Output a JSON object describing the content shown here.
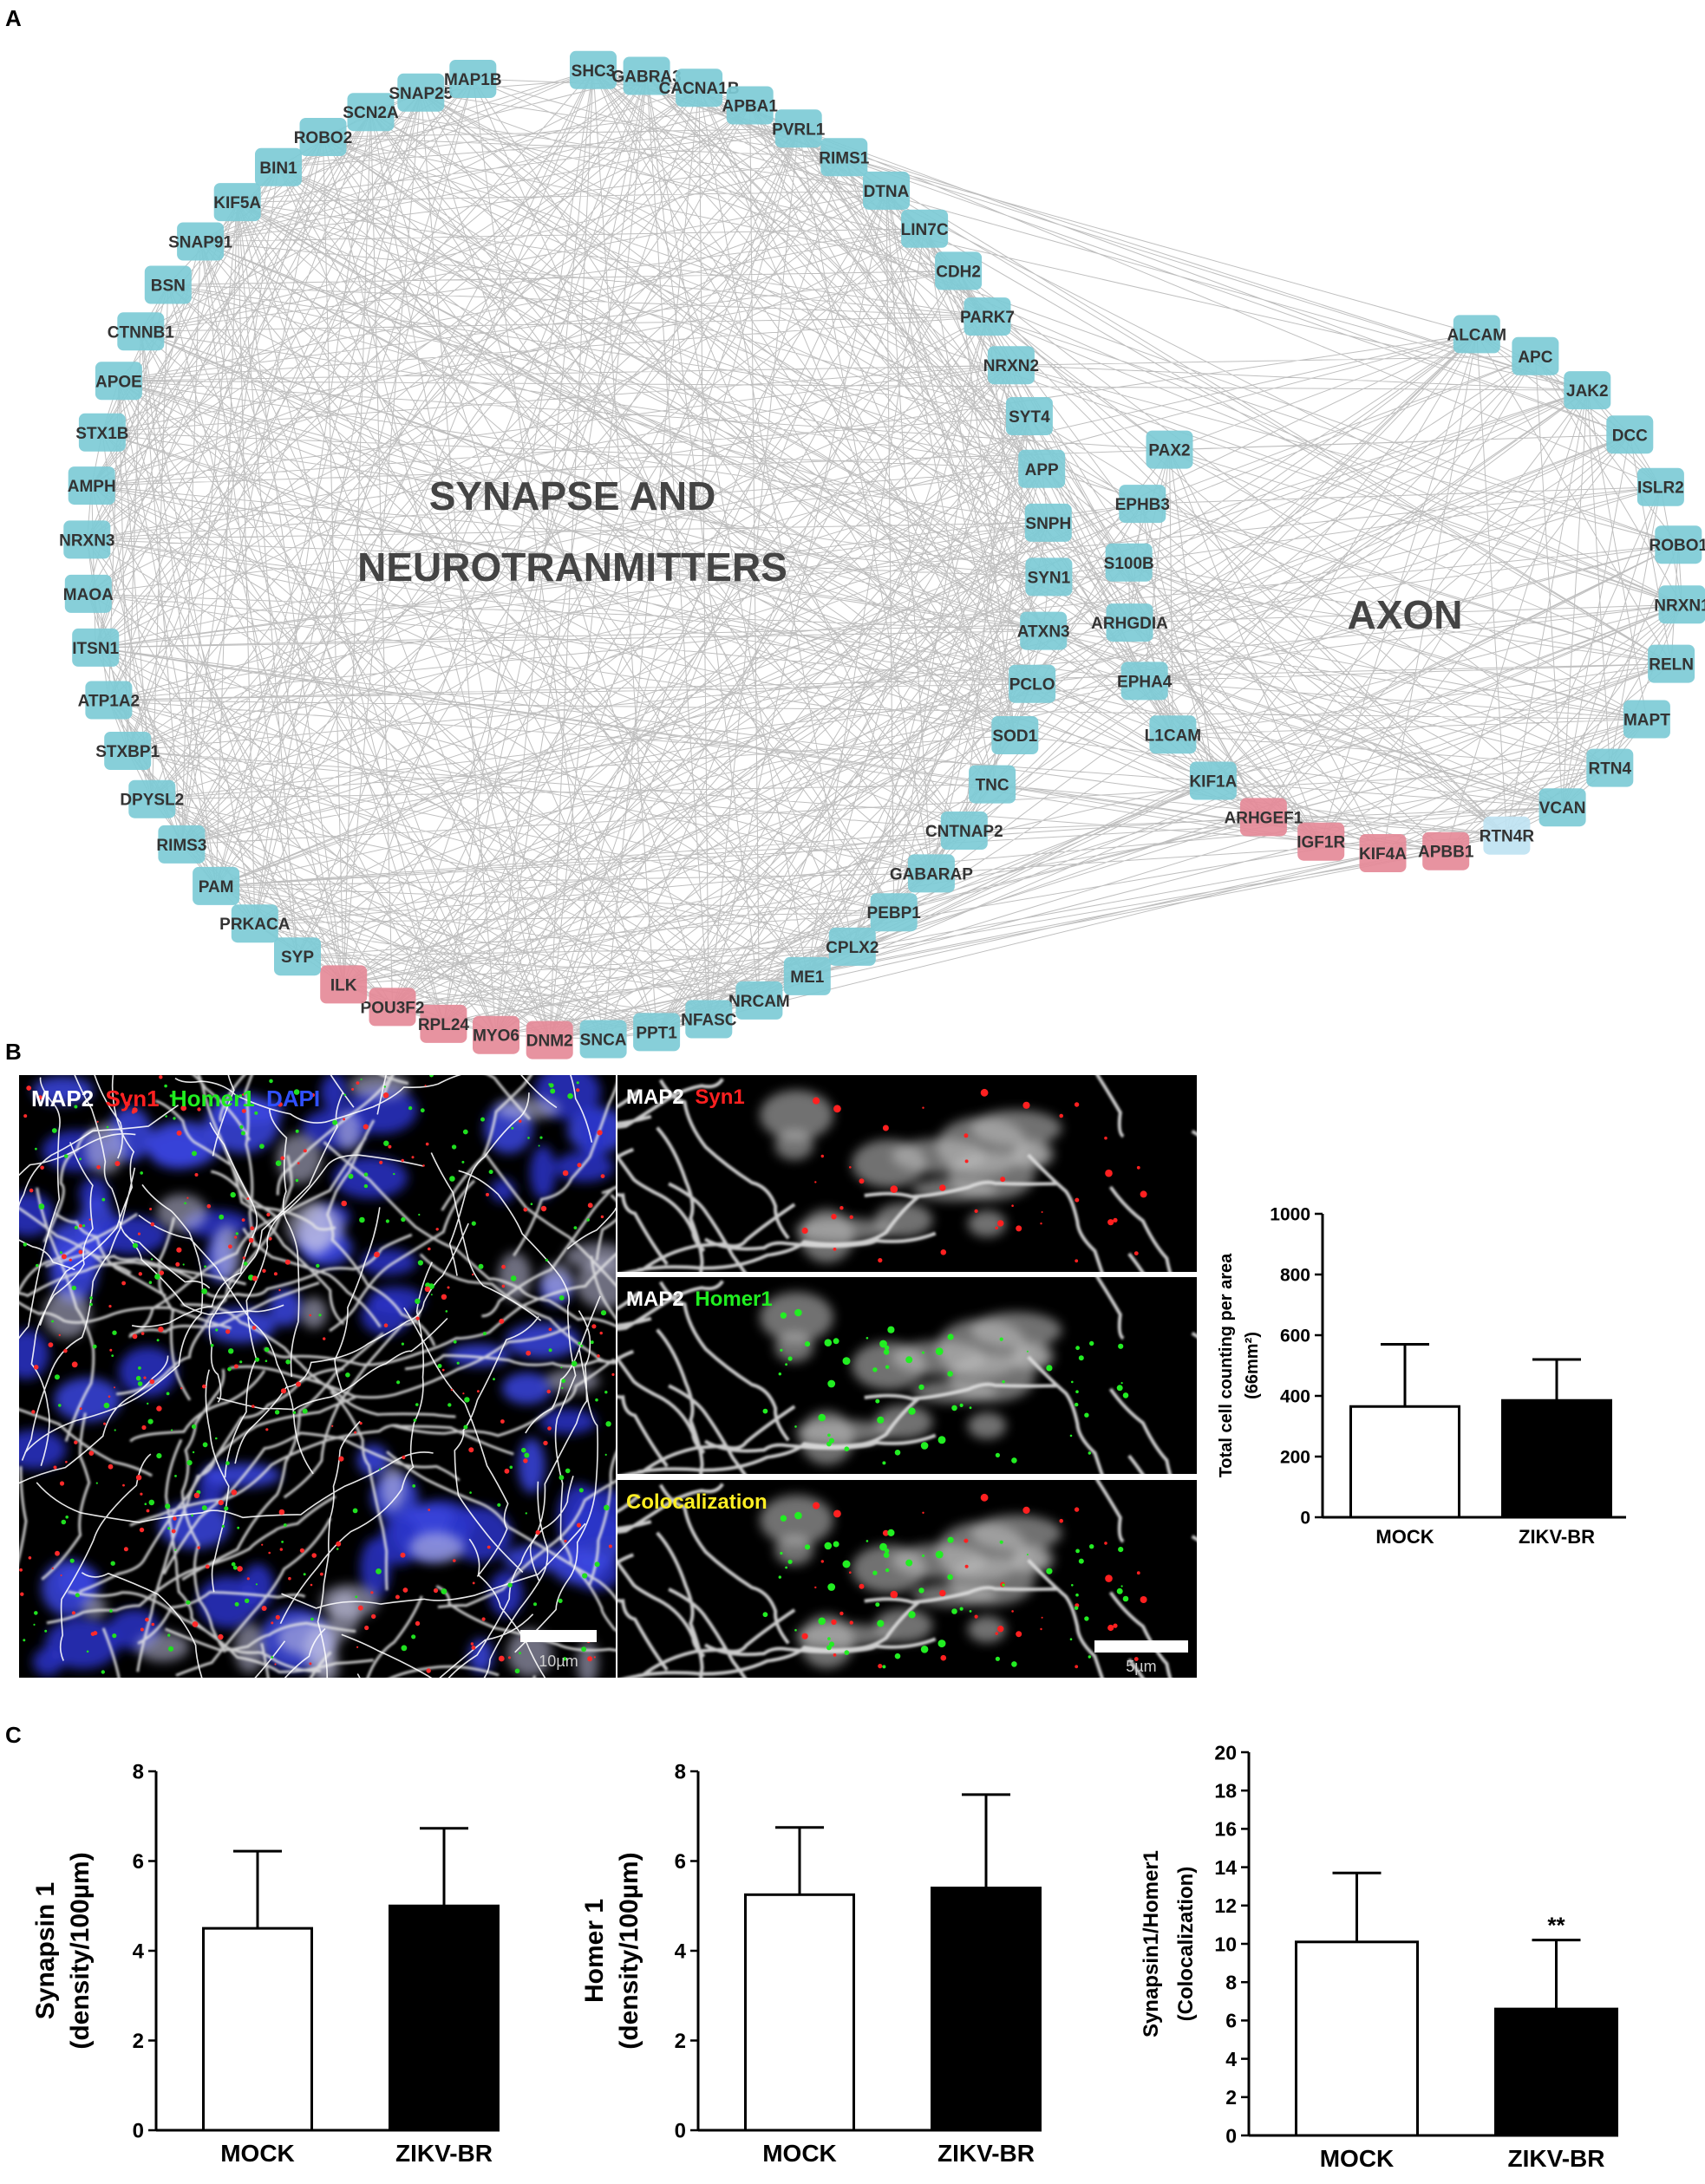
{
  "figure": {
    "panel_labels": [
      "A",
      "B",
      "C"
    ]
  },
  "network": {
    "synapse_title_line1": "SYNAPSE AND",
    "synapse_title_line2": "NEUROTRANMITTERS",
    "axon_title": "AXON",
    "colors": {
      "blue": "#7dcbd6",
      "red": "#e58a98",
      "lightblue": "#bfe3f2",
      "edge": "#8a8a8a"
    },
    "synapse_nodes": [
      {
        "name": "SHC3",
        "color": "blue"
      },
      {
        "name": "GABRA3",
        "color": "blue"
      },
      {
        "name": "CACNA1B",
        "color": "blue"
      },
      {
        "name": "APBA1",
        "color": "blue"
      },
      {
        "name": "PVRL1",
        "color": "blue"
      },
      {
        "name": "RIMS1",
        "color": "blue"
      },
      {
        "name": "DTNA",
        "color": "blue"
      },
      {
        "name": "LIN7C",
        "color": "blue"
      },
      {
        "name": "CDH2",
        "color": "blue"
      },
      {
        "name": "PARK7",
        "color": "blue"
      },
      {
        "name": "NRXN2",
        "color": "blue"
      },
      {
        "name": "SYT4",
        "color": "blue"
      },
      {
        "name": "APP",
        "color": "blue"
      },
      {
        "name": "SNPH",
        "color": "blue"
      },
      {
        "name": "SYN1",
        "color": "blue"
      },
      {
        "name": "ATXN3",
        "color": "blue"
      },
      {
        "name": "PCLO",
        "color": "blue"
      },
      {
        "name": "SOD1",
        "color": "blue"
      },
      {
        "name": "TNC",
        "color": "blue"
      },
      {
        "name": "CNTNAP2",
        "color": "blue"
      },
      {
        "name": "GABARAP",
        "color": "blue"
      },
      {
        "name": "PEBP1",
        "color": "blue"
      },
      {
        "name": "CPLX2",
        "color": "blue"
      },
      {
        "name": "ME1",
        "color": "blue"
      },
      {
        "name": "NRCAM",
        "color": "blue"
      },
      {
        "name": "NFASC",
        "color": "blue"
      },
      {
        "name": "PPT1",
        "color": "blue"
      },
      {
        "name": "SNCA",
        "color": "blue"
      },
      {
        "name": "DNM2",
        "color": "red"
      },
      {
        "name": "MYO6",
        "color": "red"
      },
      {
        "name": "RPL24",
        "color": "red"
      },
      {
        "name": "POU3F2",
        "color": "red"
      },
      {
        "name": "ILK",
        "color": "red"
      },
      {
        "name": "SYP",
        "color": "blue"
      },
      {
        "name": "PRKACA",
        "color": "blue"
      },
      {
        "name": "PAM",
        "color": "blue"
      },
      {
        "name": "RIMS3",
        "color": "blue"
      },
      {
        "name": "DPYSL2",
        "color": "blue"
      },
      {
        "name": "STXBP1",
        "color": "blue"
      },
      {
        "name": "ATP1A2",
        "color": "blue"
      },
      {
        "name": "ITSN1",
        "color": "blue"
      },
      {
        "name": "MAOA",
        "color": "blue"
      },
      {
        "name": "NRXN3",
        "color": "blue"
      },
      {
        "name": "AMPH",
        "color": "blue"
      },
      {
        "name": "STX1B",
        "color": "blue"
      },
      {
        "name": "APOE",
        "color": "blue"
      },
      {
        "name": "CTNNB1",
        "color": "blue"
      },
      {
        "name": "BSN",
        "color": "blue"
      },
      {
        "name": "SNAP91",
        "color": "blue"
      },
      {
        "name": "KIF5A",
        "color": "blue"
      },
      {
        "name": "BIN1",
        "color": "blue"
      },
      {
        "name": "ROBO2",
        "color": "blue"
      },
      {
        "name": "SCN2A",
        "color": "blue"
      },
      {
        "name": "SNAP25",
        "color": "blue"
      },
      {
        "name": "MAP1B",
        "color": "blue"
      }
    ],
    "axon_nodes": [
      {
        "name": "ALCAM",
        "color": "blue"
      },
      {
        "name": "APC",
        "color": "blue"
      },
      {
        "name": "JAK2",
        "color": "blue"
      },
      {
        "name": "DCC",
        "color": "blue"
      },
      {
        "name": "ISLR2",
        "color": "blue"
      },
      {
        "name": "ROBO1",
        "color": "blue"
      },
      {
        "name": "NRXN1",
        "color": "blue"
      },
      {
        "name": "RELN",
        "color": "blue"
      },
      {
        "name": "MAPT",
        "color": "blue"
      },
      {
        "name": "RTN4",
        "color": "blue"
      },
      {
        "name": "VCAN",
        "color": "blue"
      },
      {
        "name": "RTN4R",
        "color": "lightblue"
      },
      {
        "name": "APBB1",
        "color": "red"
      },
      {
        "name": "KIF4A",
        "color": "red"
      },
      {
        "name": "IGF1R",
        "color": "red"
      },
      {
        "name": "ARHGEF1",
        "color": "red"
      },
      {
        "name": "KIF1A",
        "color": "blue"
      },
      {
        "name": "L1CAM",
        "color": "blue"
      },
      {
        "name": "EPHA4",
        "color": "blue"
      },
      {
        "name": "ARHGDIA",
        "color": "blue"
      },
      {
        "name": "S100B",
        "color": "blue"
      },
      {
        "name": "EPHB3",
        "color": "blue"
      },
      {
        "name": "PAX2",
        "color": "blue"
      }
    ]
  },
  "microscopy": {
    "main_labels": [
      {
        "text": "MAP2",
        "color": "#ffffff"
      },
      {
        "text": "Syn1",
        "color": "#ff2020"
      },
      {
        "text": "Homer1",
        "color": "#20ee20"
      },
      {
        "text": "DAPI",
        "color": "#3050ff"
      }
    ],
    "panel1_labels": [
      {
        "text": "MAP2",
        "color": "#ffffff"
      },
      {
        "text": "Syn1",
        "color": "#ff2020"
      }
    ],
    "panel2_labels": [
      {
        "text": "MAP2",
        "color": "#ffffff"
      },
      {
        "text": "Homer1",
        "color": "#20ee20"
      }
    ],
    "panel3_label": {
      "text": "Colocalization",
      "color": "#ffee22"
    },
    "scale_main": "10µm",
    "scale_zoom": "5µm"
  },
  "chart_data": [
    {
      "id": "cell-count",
      "type": "bar",
      "categories": [
        "MOCK",
        "ZIKV-BR"
      ],
      "values": [
        365,
        385
      ],
      "errors": [
        205,
        135
      ],
      "fills": [
        "#ffffff",
        "#000000"
      ],
      "ylabel": "Total cell counting per area",
      "ylabel2": "(66mm²)",
      "ylim": [
        0,
        1000
      ],
      "ticks": [
        0,
        200,
        400,
        600,
        800,
        1000
      ],
      "annotation": ""
    },
    {
      "id": "synapsin",
      "type": "bar",
      "categories": [
        "MOCK",
        "ZIKV-BR"
      ],
      "values": [
        4.5,
        5.0
      ],
      "errors": [
        1.72,
        1.73
      ],
      "fills": [
        "#ffffff",
        "#000000"
      ],
      "ylabel": "Synapsin 1",
      "ylabel2": "(density/100µm)",
      "ylim": [
        0,
        8
      ],
      "ticks": [
        0,
        2,
        4,
        6,
        8
      ],
      "annotation": ""
    },
    {
      "id": "homer",
      "type": "bar",
      "categories": [
        "MOCK",
        "ZIKV-BR"
      ],
      "values": [
        5.25,
        5.4
      ],
      "errors": [
        1.5,
        2.08
      ],
      "fills": [
        "#ffffff",
        "#000000"
      ],
      "ylabel": "Homer 1",
      "ylabel2": "(density/100µm)",
      "ylim": [
        0,
        8
      ],
      "ticks": [
        0,
        2,
        4,
        6,
        8
      ],
      "annotation": ""
    },
    {
      "id": "coloc",
      "type": "bar",
      "categories": [
        "MOCK",
        "ZIKV-BR"
      ],
      "values": [
        10.1,
        6.6
      ],
      "errors": [
        3.6,
        3.6
      ],
      "fills": [
        "#ffffff",
        "#000000"
      ],
      "ylabel": "Synapsin1/Homer1",
      "ylabel2": "(Colocalization)",
      "ylim": [
        0,
        20
      ],
      "ticks": [
        0,
        2,
        4,
        6,
        8,
        10,
        12,
        14,
        16,
        18,
        20
      ],
      "annotation": "**"
    }
  ]
}
